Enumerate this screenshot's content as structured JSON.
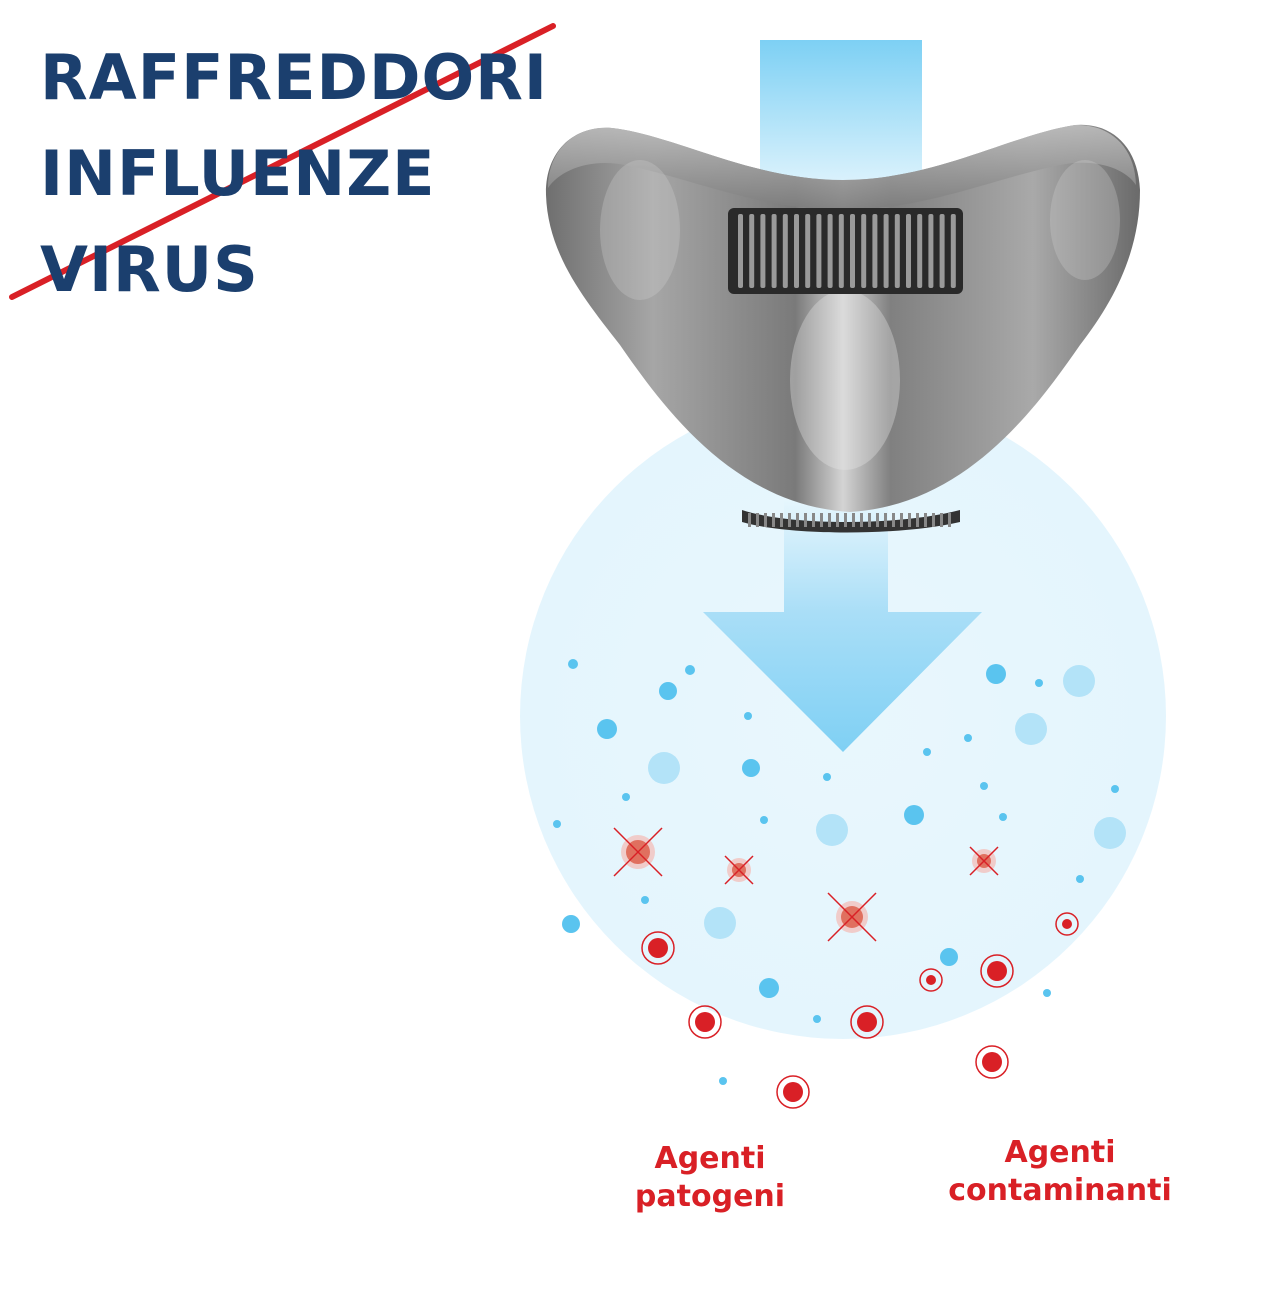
{
  "headlines": [
    "RAFFREDDORI",
    "INFLUENZE",
    "VIRUS"
  ],
  "captions": {
    "left": [
      "Agenti",
      "patogeni"
    ],
    "right": [
      "Agenti",
      "contaminanti"
    ]
  },
  "icons": {
    "device": "air-purifier-device",
    "flow": "airflow-arrow-icon",
    "strike": "strike-through-line",
    "neutralized": "neutralized-pathogen-icon",
    "pathogen": "pathogen-icon",
    "particle": "contaminant-particle-icon"
  },
  "colors": {
    "headline": "#1b3f6e",
    "strike": "#d92026",
    "caption": "#d92026",
    "air_light": "#e7f6fd",
    "air_blue": "#8fd5f5",
    "particle": "#5ac4ef",
    "pathogen": "#d92026",
    "device": "#8a8a8a"
  }
}
